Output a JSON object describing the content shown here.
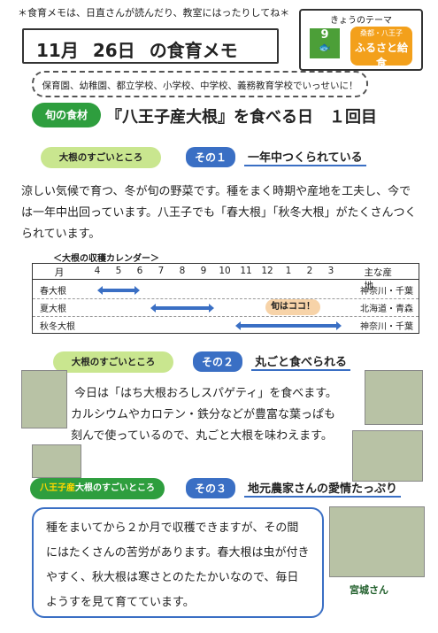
{
  "top_note": "＊食育メモは、日直さんが読んだり、教室にはったりしてね＊",
  "theme": {
    "label": "きょうのテーマ",
    "sdg_number": "9",
    "sdg_icon": "fish-icon",
    "local_badge_top": "桑都・八王子",
    "local_badge_main": "ふるさと給食"
  },
  "title": {
    "month": "11月",
    "day": "26日",
    "suffix": "の食育メモ"
  },
  "school_line": "保育園、幼稚園、都立学校、小学校、中学校、義務教育学校でいっせいに！",
  "season_badge": "旬の食材",
  "main_heading": "『八王子産大根』を食べる日　１回目",
  "section1": {
    "oval": "大根のすごいところ",
    "sono": "その１",
    "title": "一年中つくられている",
    "para": "涼しい気候で育つ、冬が旬の野菜です。種をまく時期や産地を工夫し、今では一年中出回っています。八王子でも「春大根」「秋冬大根」がたくさんつくられています。"
  },
  "calendar": {
    "label": "＜大根の収穫カレンダー＞",
    "month_header": "月",
    "months": [
      "4",
      "5",
      "6",
      "7",
      "8",
      "9",
      "10",
      "11",
      "12",
      "1",
      "2",
      "3"
    ],
    "region_header": "主な産地",
    "rows": [
      {
        "name": "春大根",
        "region": "神奈川・千葉"
      },
      {
        "name": "夏大根",
        "region": "北海道・青森"
      },
      {
        "name": "秋冬大根",
        "region": "神奈川・千葉"
      }
    ],
    "peak_label": "旬はココ！"
  },
  "section2": {
    "oval": "大根のすごいところ",
    "sono": "その２",
    "title": "丸ごと食べられる",
    "para1": "今日は「はち大根おろしスパゲティ」を食べます。",
    "para2": "カルシウムやカロテン・鉄分などが豊富な葉っぱも刻んで使っているので、丸ごと大根を味わえます。"
  },
  "section3": {
    "oval_brand": "八王子産",
    "oval": "大根のすごいところ",
    "sono": "その３",
    "title": "地元農家さんの愛情たっぷり",
    "para": "種をまいてから２か月で収穫できますが、その間にはたくさんの苦労があります。春大根は虫が付きやすく、秋大根は寒さとのたたかいなので、毎日ようすを見て育てています。"
  },
  "farmer_name": "宮城さん"
}
